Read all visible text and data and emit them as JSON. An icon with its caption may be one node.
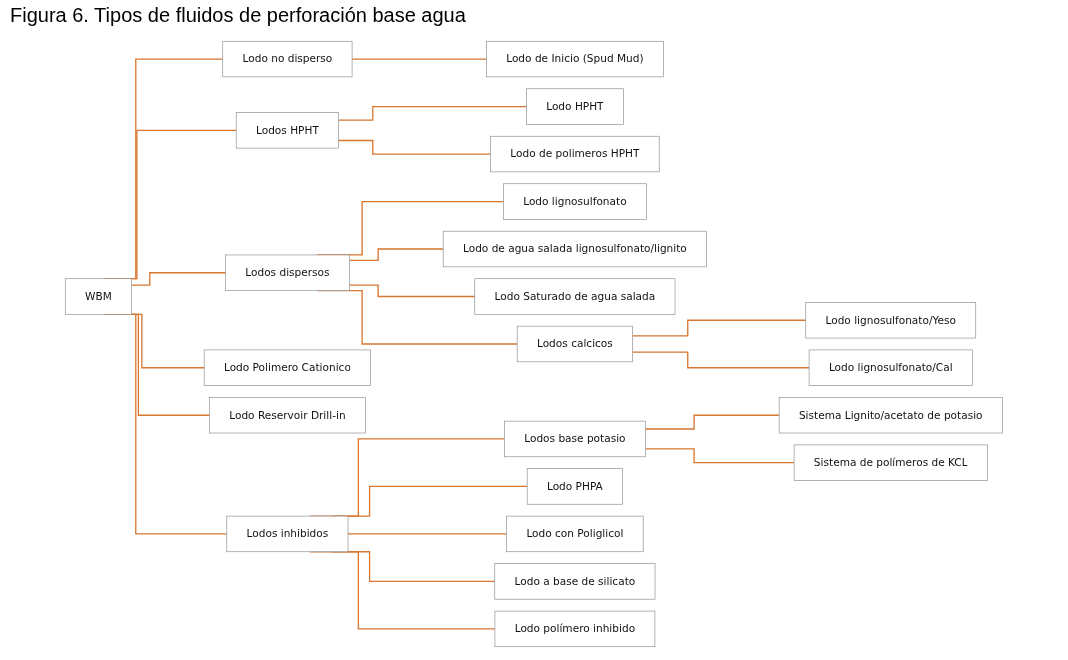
{
  "diagram": {
    "title": "Figura 6. Tipos de fluidos de perforación base agua",
    "nodes": [
      {
        "text": [
          "WBM"
        ]
      },
      {
        "text": [
          "Lodo no disperso"
        ]
      },
      {
        "text": [
          "Lodo de Inicio (Spud Mud)"
        ]
      },
      {
        "text": [
          "Lodos HPHT"
        ]
      },
      {
        "text": [
          "Lodo HPHT"
        ]
      },
      {
        "text": [
          "Lodo de polimeros HPHT"
        ]
      },
      {
        "text": [
          "Lodos dispersos"
        ]
      },
      {
        "text": [
          "Lodo lignosulfonato"
        ]
      },
      {
        "text": [
          "Lodo de agua salada lignosulfonato/lignito"
        ]
      },
      {
        "text": [
          "Lodo Saturado de agua salada"
        ]
      },
      {
        "text": [
          "Lodos calcicos"
        ]
      },
      {
        "text": [
          "Lodo lignosulfonato/Yeso"
        ]
      },
      {
        "text": [
          "Lodo lignosulfonato/Cal"
        ]
      },
      {
        "text": [
          "Lodos inhibidos"
        ]
      },
      {
        "text": [
          "Lodos base potasio"
        ]
      },
      {
        "text": [
          "Sistema Lignito/acetato de potasio"
        ]
      },
      {
        "text": [
          "Sistema de polímeros de KCL"
        ]
      },
      {
        "text": [
          "Lodo PHPA"
        ]
      },
      {
        "text": [
          "Lodo con Poliglicol"
        ]
      },
      {
        "text": [
          "Lodo a base de silicato"
        ]
      },
      {
        "text": [
          "Lodo polímero inhibido"
        ]
      },
      {
        "text": [
          "Lodo Polimero Cationico"
        ]
      },
      {
        "text": [
          "Lodo Reservoir Drill-in"
        ]
      }
    ],
    "edges": [
      {
        "from": 0,
        "to": 1,
        "arrow": "none"
      },
      {
        "from": 1,
        "to": 2,
        "arrow": "none"
      },
      {
        "from": 0,
        "to": 3,
        "arrow": "none"
      },
      {
        "from": 3,
        "to": 4,
        "arrow": "none"
      },
      {
        "from": 3,
        "to": 5,
        "arrow": "none"
      },
      {
        "from": 0,
        "to": 6,
        "arrow": "none"
      },
      {
        "from": 6,
        "to": 7,
        "arrow": "none"
      },
      {
        "from": 6,
        "to": 8,
        "arrow": "none"
      },
      {
        "from": 6,
        "to": 9,
        "arrow": "none"
      },
      {
        "from": 6,
        "to": 10,
        "arrow": "none"
      },
      {
        "from": 10,
        "to": 11,
        "arrow": "none"
      },
      {
        "from": 10,
        "to": 12,
        "arrow": "none"
      },
      {
        "from": 0,
        "to": 13,
        "arrow": "none"
      },
      {
        "from": 13,
        "to": 14,
        "arrow": "none"
      },
      {
        "from": 14,
        "to": 15,
        "arrow": "none"
      },
      {
        "from": 14,
        "to": 16,
        "arrow": "none"
      },
      {
        "from": 13,
        "to": 17,
        "arrow": "none"
      },
      {
        "from": 13,
        "to": 18,
        "arrow": "none"
      },
      {
        "from": 13,
        "to": 19,
        "arrow": "none"
      },
      {
        "from": 13,
        "to": 20,
        "arrow": "none"
      },
      {
        "from": 0,
        "to": 21,
        "arrow": "none"
      },
      {
        "from": 0,
        "to": 22,
        "arrow": "none"
      }
    ]
  }
}
